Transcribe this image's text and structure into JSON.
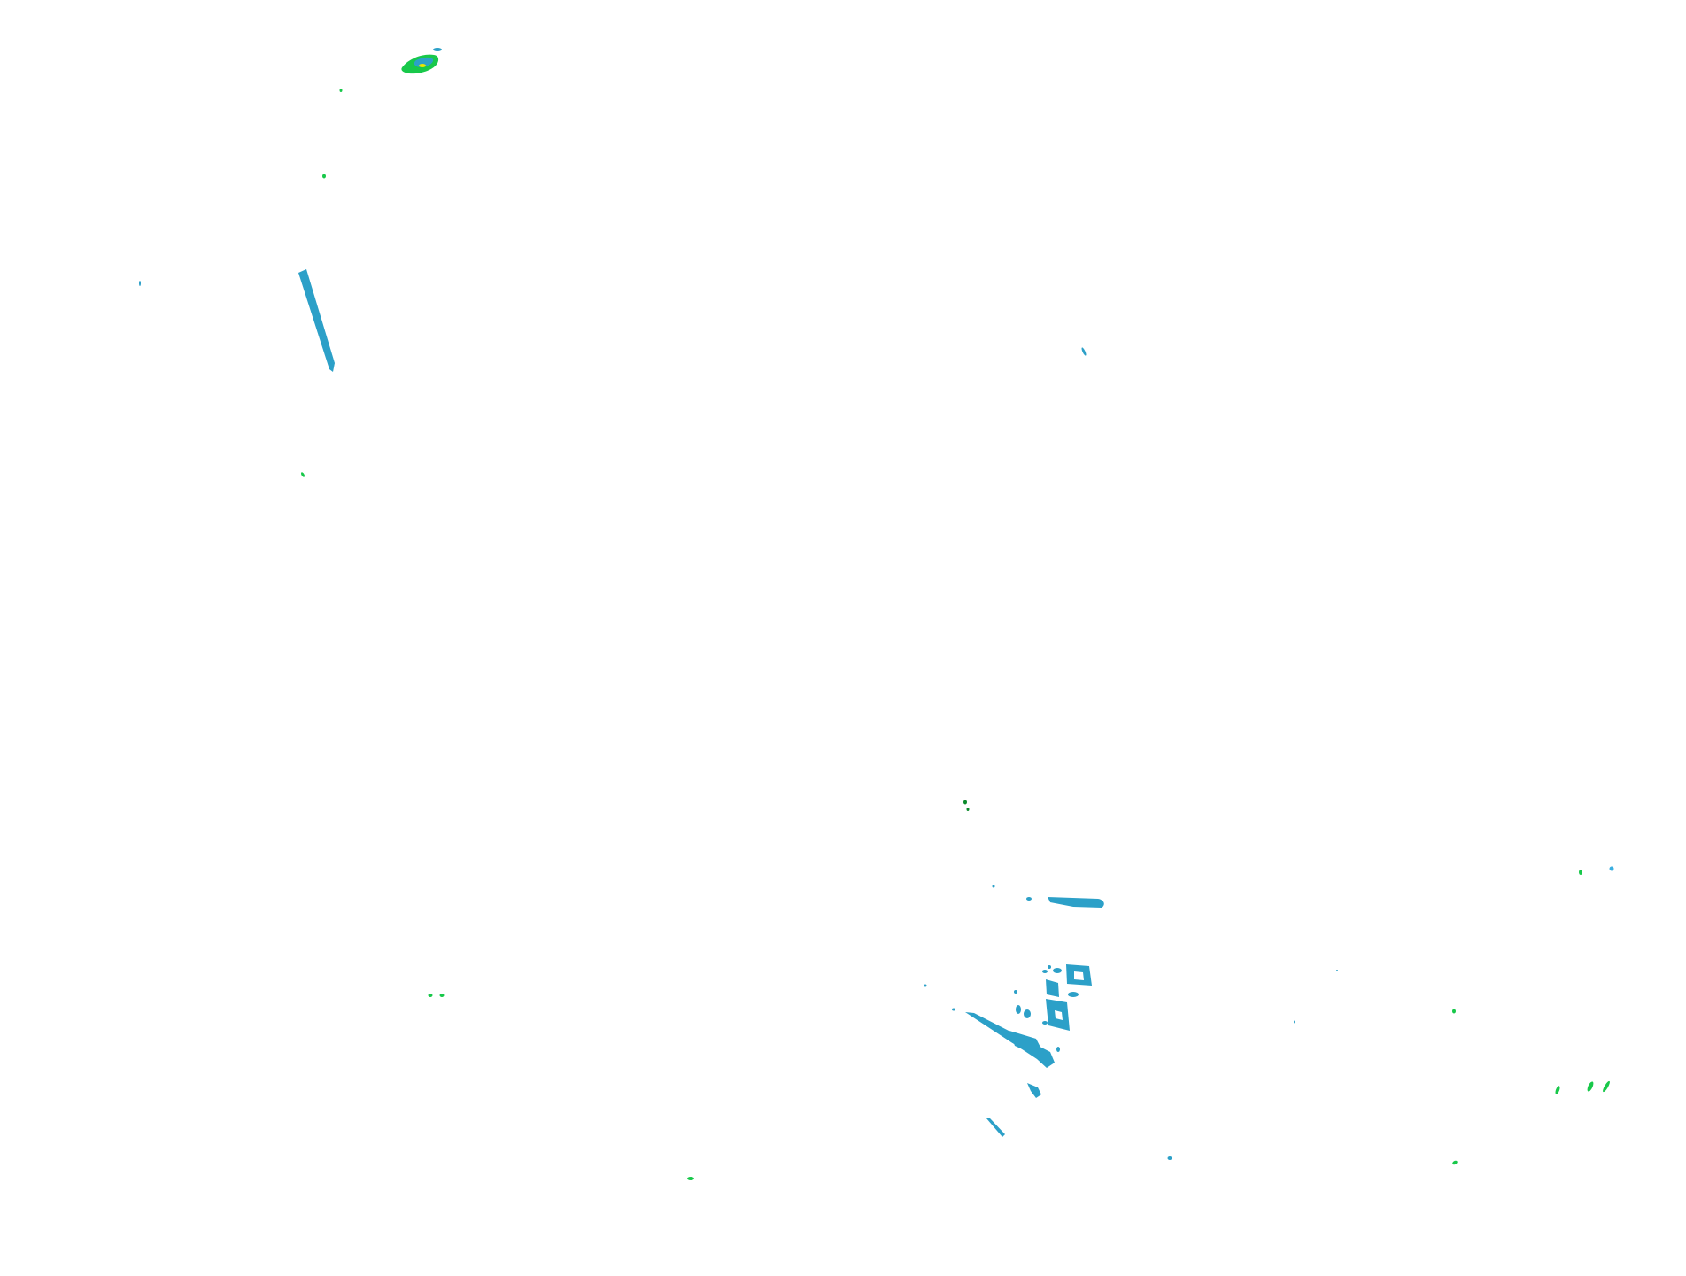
{
  "map": {
    "background_color": "#ffffff",
    "legend": [],
    "labels": []
  },
  "colors": {
    "blue": "#2ca0c8",
    "green": "#18c84a",
    "dark_green": "#0a8a2a",
    "bright_green": "#22dd22",
    "light_blue": "#3aaee0",
    "yellow": "#e8e800"
  },
  "feature_types": [
    "elongated-streak",
    "small-fragment",
    "speckle",
    "rectangular-cell"
  ]
}
